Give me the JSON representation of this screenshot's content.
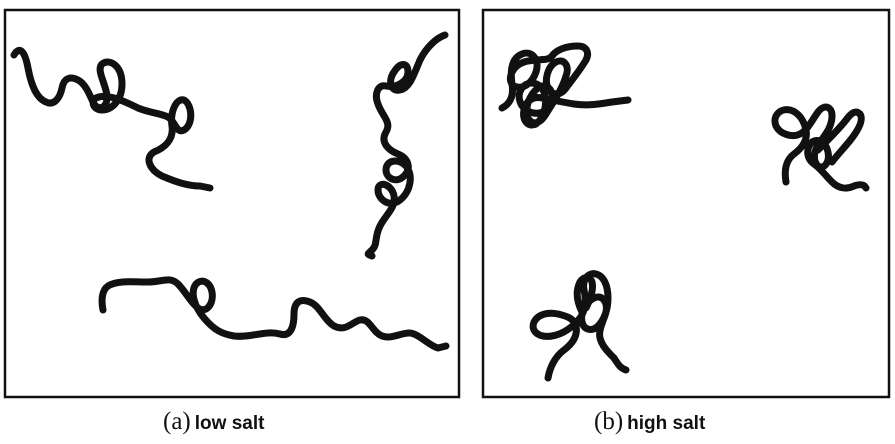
{
  "panels": [
    {
      "id": "a",
      "caption_letter": "(a)",
      "caption_text": "low salt",
      "chains": [
        {
          "conformation": "extended"
        },
        {
          "conformation": "extended"
        },
        {
          "conformation": "extended"
        }
      ]
    },
    {
      "id": "b",
      "caption_letter": "(b)",
      "caption_text": "high salt",
      "chains": [
        {
          "conformation": "coiled"
        },
        {
          "conformation": "coiled"
        },
        {
          "conformation": "coiled"
        }
      ]
    }
  ],
  "colors": {
    "chain": "#111111",
    "border": "#111111",
    "background": "#ffffff"
  }
}
